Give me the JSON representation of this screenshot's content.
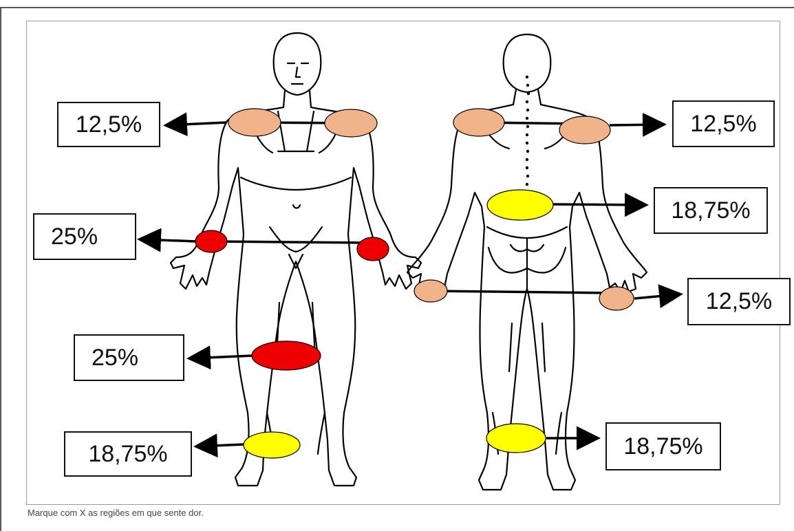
{
  "colors": {
    "peach": "#f0b38a",
    "red": "#ee0000",
    "yellow": "#ffff00",
    "line": "#000000"
  },
  "front": {
    "shoulders_label": "12,5%",
    "wrists_label": "25%",
    "knees_label": "25%",
    "ankles_label": "18,75%"
  },
  "back": {
    "shoulders_label": "12,5%",
    "lower_back_label": "18,75%",
    "hands_label": "12,5%",
    "ankles_label": "18,75%"
  },
  "caption": "Marque com X as regiões em que sente dor."
}
